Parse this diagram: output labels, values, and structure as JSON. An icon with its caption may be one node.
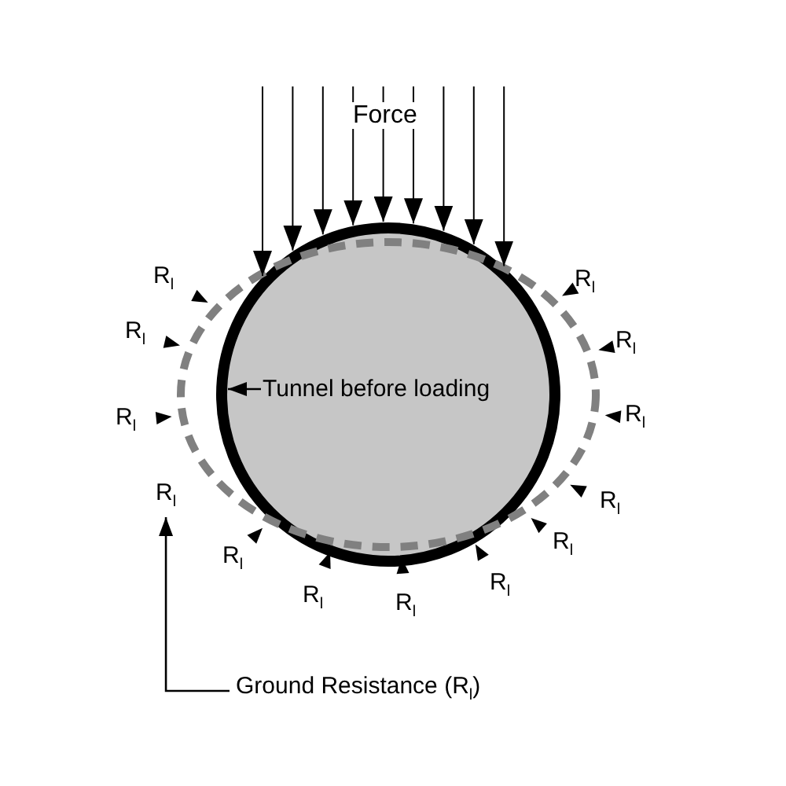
{
  "diagram": {
    "nodes": [
      {
        "text": [],
        "shape": "circle"
      },
      {
        "text": [
          "Tunnel before loading"
        ],
        "in": 0
      },
      {
        "text": [
          "R$_{l}$"
        ]
      },
      {
        "text": [
          "Ground Resistance (R$_{l}$)"
        ]
      }
    ],
    "edges": [
      {
        "from": 1,
        "to": 0,
        "arrow": "to"
      },
      {
        "from": 3,
        "to": 2,
        "arrow": "to"
      }
    ],
    "labels": [
      "Force",
      "R$_{l}$",
      "R$_{l}$",
      "R$_{l}$",
      "R$_{l}$",
      "R$_{l}$",
      "R$_{l}$",
      "R$_{l}$",
      "R$_{l}$",
      "R$_{l}$",
      "R$_{l}$",
      "R$_{l}$",
      "R$_{l}$"
    ]
  }
}
